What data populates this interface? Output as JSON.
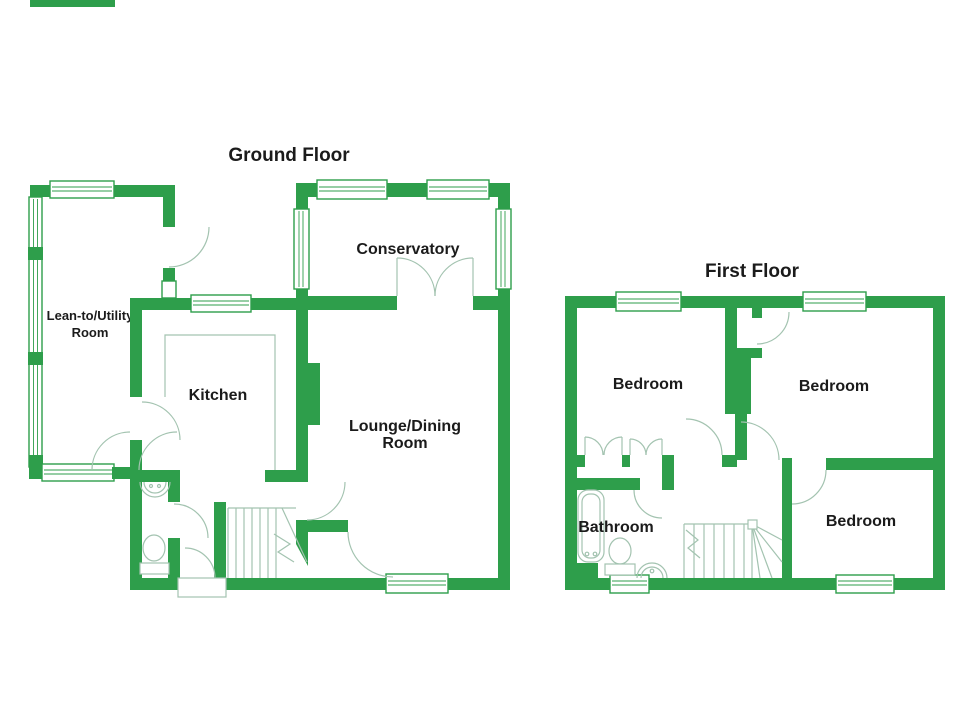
{
  "titles": {
    "ground_floor": "Ground Floor",
    "first_floor": "First Floor"
  },
  "ground_floor": {
    "rooms": {
      "lean_to": {
        "line1": "Lean-to/Utility",
        "line2": "Room"
      },
      "kitchen": "Kitchen",
      "conservatory": "Conservatory",
      "lounge": {
        "line1": "Lounge/Dining",
        "line2": "Room"
      }
    }
  },
  "first_floor": {
    "rooms": {
      "bedroom_left": "Bedroom",
      "bedroom_right": "Bedroom",
      "bedroom_bottom": "Bedroom",
      "bathroom": "Bathroom"
    }
  },
  "colors": {
    "wall": "#2e9e4b",
    "fixture_line": "#a3c3b0",
    "text": "#1b1b1b",
    "logo": "#2e9e4b"
  }
}
